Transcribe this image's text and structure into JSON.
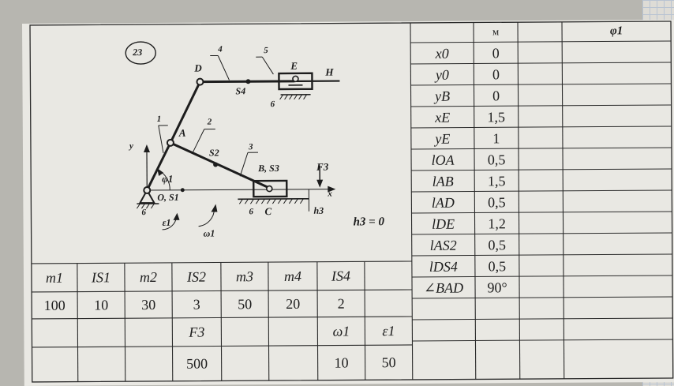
{
  "diagram": {
    "variant": "23",
    "labels": {
      "link_1": "1",
      "link_2": "2",
      "link_3": "3",
      "link_4": "4",
      "link_5": "5",
      "point_D": "D",
      "point_A": "A",
      "point_E": "E",
      "point_H": "H",
      "point_S4": "S4",
      "point_S2": "S2",
      "point_BS3": "B, S3",
      "point_OS1": "O, S1",
      "point_C": "C",
      "support_6a": "6",
      "support_6b": "6",
      "support_6c": "6",
      "axis_x": "x",
      "axis_y": "y",
      "angle_phi1": "φ1",
      "eps1": "ε1",
      "omega1": "ω1",
      "force_F3": "F3",
      "h3": "h3"
    },
    "h3_note": "h3 = 0"
  },
  "bottom_table": {
    "rows": [
      [
        "m1",
        "IS1",
        "m2",
        "IS2",
        "m3",
        "m4",
        "IS4",
        ""
      ],
      [
        "100",
        "10",
        "30",
        "3",
        "50",
        "20",
        "2",
        ""
      ],
      [
        "",
        "",
        "",
        "F3",
        "",
        "",
        "ω1",
        "ε1"
      ],
      [
        "",
        "",
        "",
        "500",
        "",
        "",
        "10",
        "50"
      ]
    ]
  },
  "param_table": {
    "header": [
      "",
      "м",
      "",
      "φ1"
    ],
    "rows": [
      [
        "x0",
        "0"
      ],
      [
        "y0",
        "0"
      ],
      [
        "yB",
        "0"
      ],
      [
        "xE",
        "1,5"
      ],
      [
        "yE",
        "1"
      ],
      [
        "lOA",
        "0,5"
      ],
      [
        "lAB",
        "1,5"
      ],
      [
        "lAD",
        "0,5"
      ],
      [
        "lDE",
        "1,2"
      ],
      [
        "lAS2",
        "0,5"
      ],
      [
        "lDS4",
        "0,5"
      ],
      [
        "∠BAD",
        "90°"
      ],
      [
        "",
        ""
      ]
    ]
  }
}
